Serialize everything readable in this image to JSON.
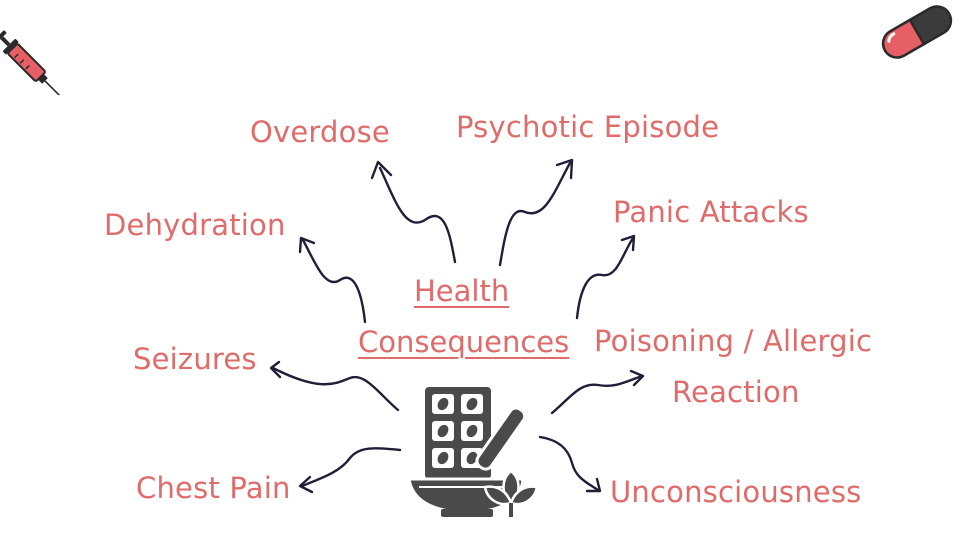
{
  "center": {
    "line1": "Health",
    "line2": "Consequences"
  },
  "consequences": {
    "overdose": "Overdose",
    "psychotic_episode": "Psychotic Episode",
    "dehydration": "Dehydration",
    "panic_attacks": "Panic Attacks",
    "seizures": "Seizures",
    "poisoning_line1": "Poisoning / Allergic",
    "poisoning_line2": "Reaction",
    "chest_pain": "Chest Pain",
    "unconsciousness": "Unconsciousness"
  },
  "icons": {
    "top_left": "syringe-icon",
    "top_right": "capsule-pill-icon",
    "center": "pills-mortar-pestle-icon"
  },
  "colors": {
    "label": "#e06b6b",
    "arrow": "#1f2038",
    "icon": "#4a4a4a",
    "pill_red": "#e65f65"
  }
}
